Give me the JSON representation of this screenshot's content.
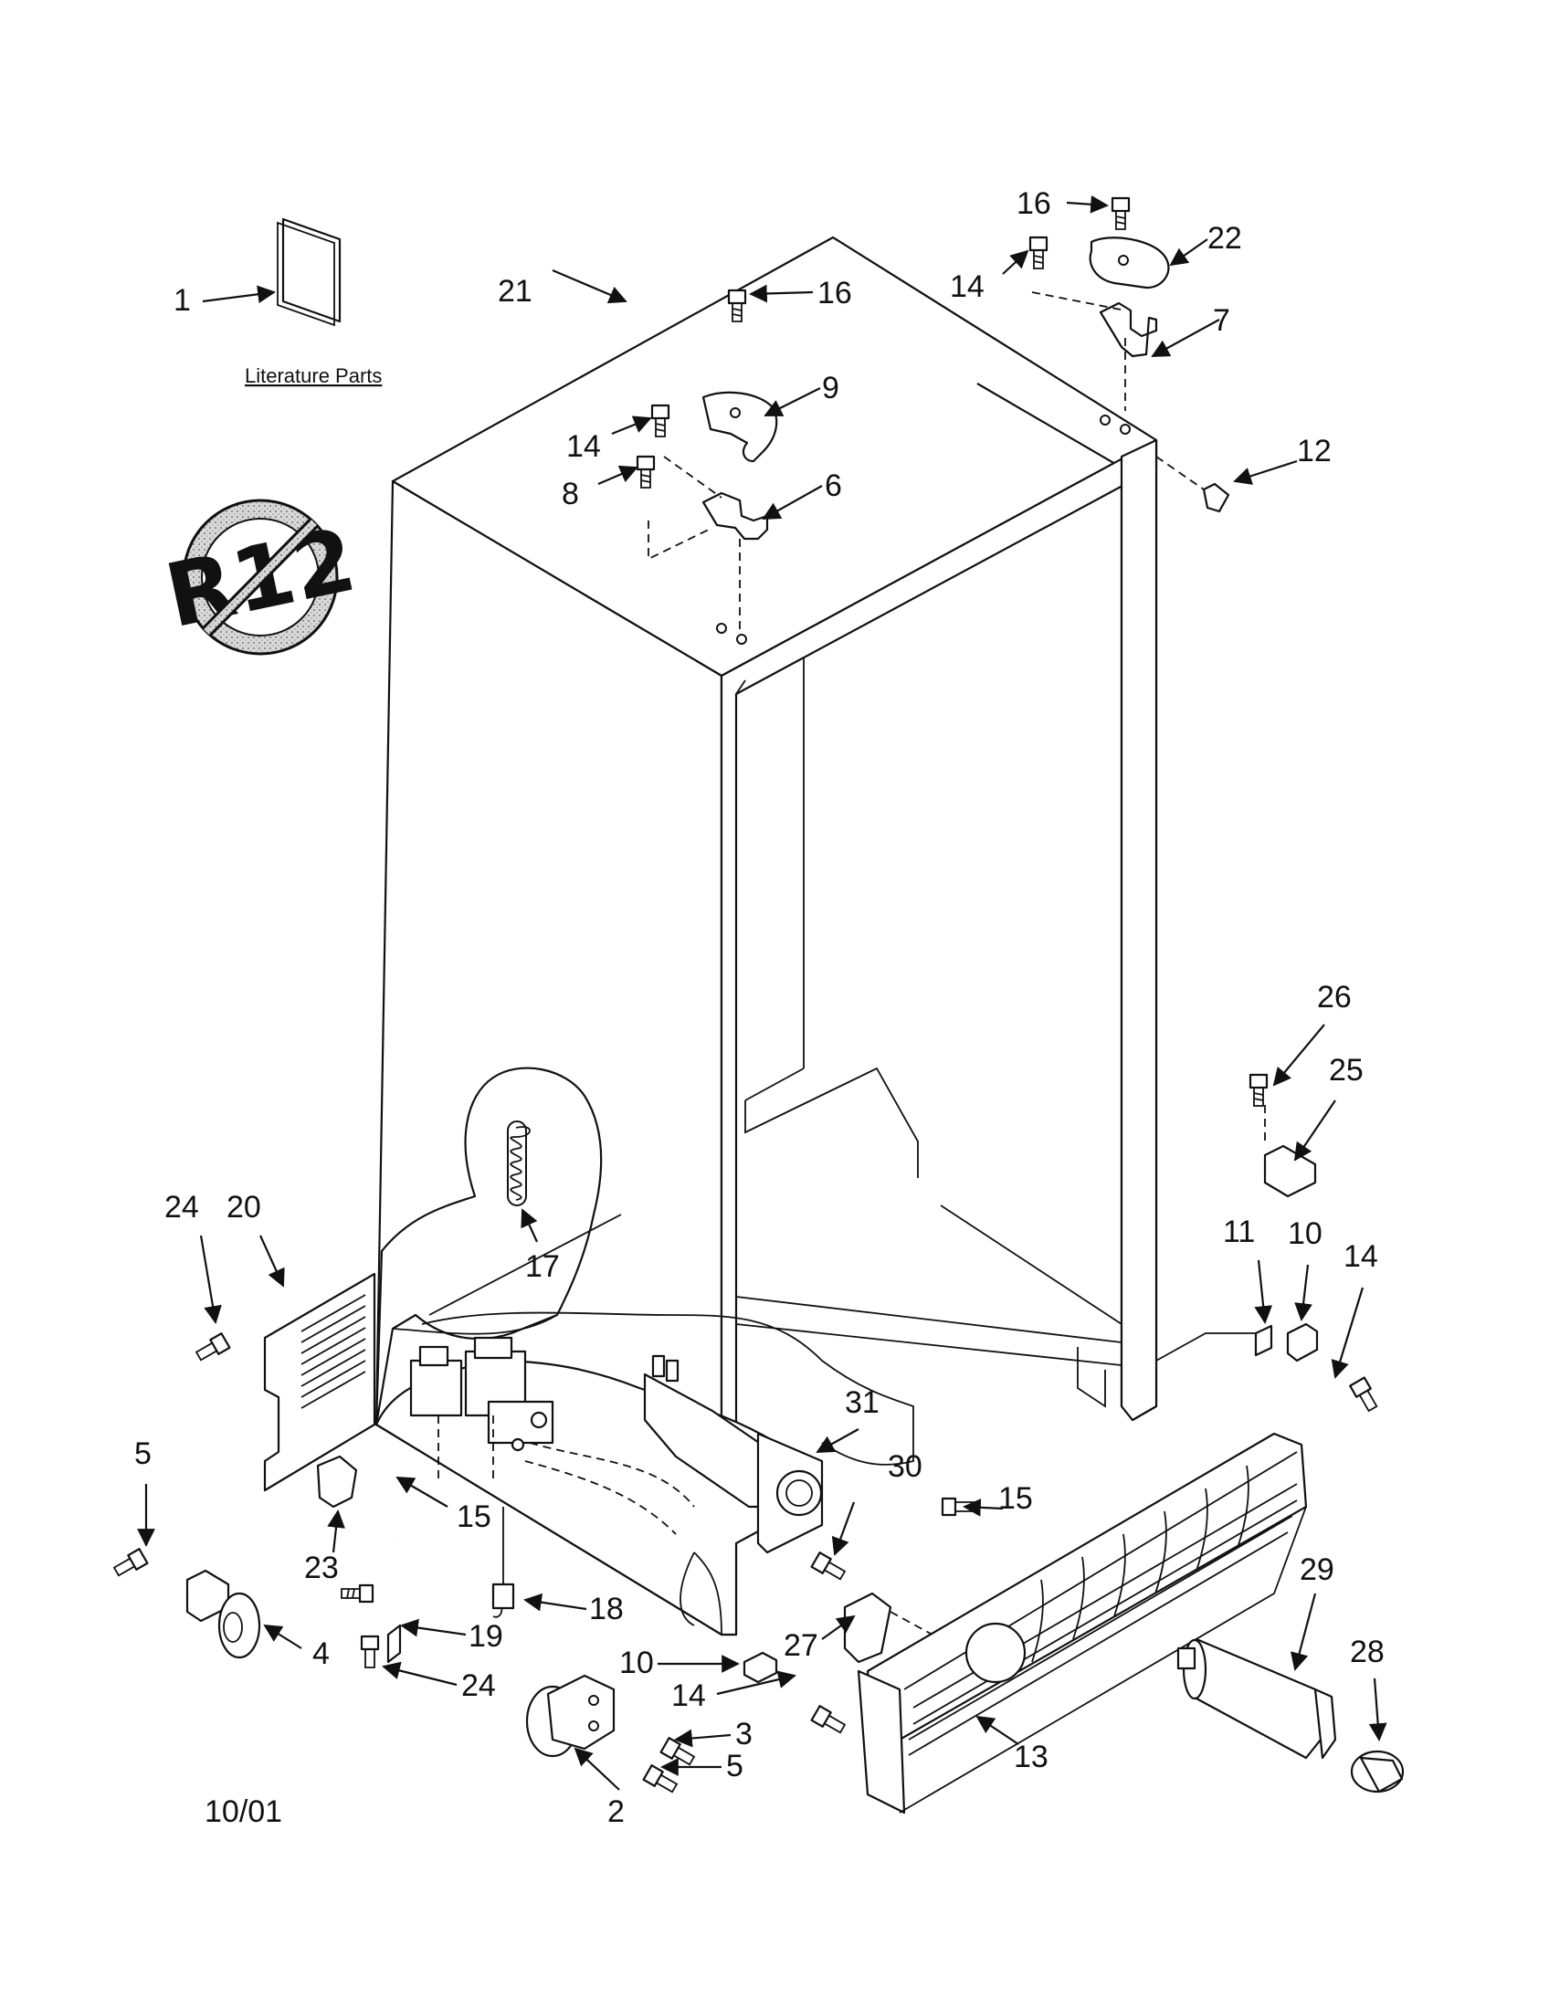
{
  "diagram": {
    "literature_label": "Literature Parts",
    "r12_symbol_text": "R12",
    "date": "10/01",
    "callouts": [
      {
        "id": "c1",
        "text": "1"
      },
      {
        "id": "c21",
        "text": "21"
      },
      {
        "id": "c16a",
        "text": "16"
      },
      {
        "id": "c9",
        "text": "9"
      },
      {
        "id": "c14a",
        "text": "14"
      },
      {
        "id": "c8",
        "text": "8"
      },
      {
        "id": "c6",
        "text": "6"
      },
      {
        "id": "c16b",
        "text": "16"
      },
      {
        "id": "c22",
        "text": "22"
      },
      {
        "id": "c14b",
        "text": "14"
      },
      {
        "id": "c7",
        "text": "7"
      },
      {
        "id": "c12",
        "text": "12"
      },
      {
        "id": "c26",
        "text": "26"
      },
      {
        "id": "c25",
        "text": "25"
      },
      {
        "id": "c11",
        "text": "11"
      },
      {
        "id": "c10a",
        "text": "10"
      },
      {
        "id": "c14c",
        "text": "14"
      },
      {
        "id": "c24a",
        "text": "24"
      },
      {
        "id": "c20",
        "text": "20"
      },
      {
        "id": "c17",
        "text": "17"
      },
      {
        "id": "c31",
        "text": "31"
      },
      {
        "id": "c30",
        "text": "30"
      },
      {
        "id": "c15a",
        "text": "15"
      },
      {
        "id": "c5a",
        "text": "5"
      },
      {
        "id": "c15b",
        "text": "15"
      },
      {
        "id": "c23",
        "text": "23"
      },
      {
        "id": "c4",
        "text": "4"
      },
      {
        "id": "c18",
        "text": "18"
      },
      {
        "id": "c19",
        "text": "19"
      },
      {
        "id": "c24b",
        "text": "24"
      },
      {
        "id": "c27",
        "text": "27"
      },
      {
        "id": "c29",
        "text": "29"
      },
      {
        "id": "c28",
        "text": "28"
      },
      {
        "id": "c10b",
        "text": "10"
      },
      {
        "id": "c14d",
        "text": "14"
      },
      {
        "id": "c3",
        "text": "3"
      },
      {
        "id": "c5b",
        "text": "5"
      },
      {
        "id": "c2",
        "text": "2"
      },
      {
        "id": "c13",
        "text": "13"
      }
    ]
  }
}
